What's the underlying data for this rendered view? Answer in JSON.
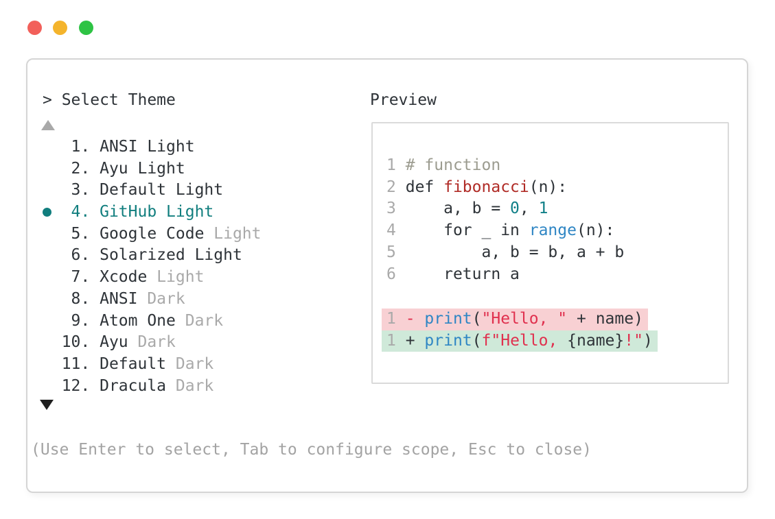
{
  "window": {
    "traffic_lights": [
      {
        "name": "close",
        "color": "#f2605a"
      },
      {
        "name": "minimize",
        "color": "#f4b42c"
      },
      {
        "name": "zoom",
        "color": "#2ec344"
      }
    ]
  },
  "picker": {
    "title": "> Select Theme",
    "scroll_up_icon": "triangle-up",
    "scroll_down_icon": "triangle-down",
    "items": [
      {
        "number": "1",
        "name": "ANSI Light",
        "suffix": "",
        "selected": false
      },
      {
        "number": "2",
        "name": "Ayu Light",
        "suffix": "",
        "selected": false
      },
      {
        "number": "3",
        "name": "Default Light",
        "suffix": "",
        "selected": false
      },
      {
        "number": "4",
        "name": "GitHub Light",
        "suffix": "",
        "selected": true
      },
      {
        "number": "5",
        "name": "Google Code",
        "suffix": "Light",
        "selected": false
      },
      {
        "number": "6",
        "name": "Solarized Light",
        "suffix": "",
        "selected": false
      },
      {
        "number": "7",
        "name": "Xcode",
        "suffix": "Light",
        "selected": false
      },
      {
        "number": "8",
        "name": "ANSI",
        "suffix": "Dark",
        "selected": false
      },
      {
        "number": "9",
        "name": "Atom One",
        "suffix": "Dark",
        "selected": false
      },
      {
        "number": "10",
        "name": "Ayu",
        "suffix": "Dark",
        "selected": false
      },
      {
        "number": "11",
        "name": "Default",
        "suffix": "Dark",
        "selected": false
      },
      {
        "number": "12",
        "name": "Dracula",
        "suffix": "Dark",
        "selected": false
      }
    ],
    "help_text": "(Use Enter to select, Tab to configure scope, Esc to close)"
  },
  "preview": {
    "title": "Preview",
    "code_lines": [
      {
        "number": "1",
        "tokens": [
          {
            "t": "# function",
            "c": "comment"
          }
        ]
      },
      {
        "number": "2",
        "tokens": [
          {
            "t": "def ",
            "c": "plain"
          },
          {
            "t": "fibonacci",
            "c": "func"
          },
          {
            "t": "(n):",
            "c": "plain"
          }
        ]
      },
      {
        "number": "3",
        "tokens": [
          {
            "t": "    a, b = ",
            "c": "plain"
          },
          {
            "t": "0",
            "c": "num"
          },
          {
            "t": ", ",
            "c": "plain"
          },
          {
            "t": "1",
            "c": "num"
          }
        ]
      },
      {
        "number": "4",
        "tokens": [
          {
            "t": "    for _ in ",
            "c": "plain"
          },
          {
            "t": "range",
            "c": "builtin"
          },
          {
            "t": "(n):",
            "c": "plain"
          }
        ]
      },
      {
        "number": "5",
        "tokens": [
          {
            "t": "        a, b = b, a + b",
            "c": "plain"
          }
        ]
      },
      {
        "number": "6",
        "tokens": [
          {
            "t": "    return a",
            "c": "plain"
          }
        ]
      }
    ],
    "diff_lines": [
      {
        "number": "1",
        "kind": "removed",
        "tokens": [
          {
            "t": "- ",
            "c": "str"
          },
          {
            "t": "print",
            "c": "builtin"
          },
          {
            "t": "(",
            "c": "plain"
          },
          {
            "t": "\"Hello, \"",
            "c": "str"
          },
          {
            "t": " + name)",
            "c": "plain"
          }
        ]
      },
      {
        "number": "1",
        "kind": "added",
        "tokens": [
          {
            "t": "+ ",
            "c": "plain"
          },
          {
            "t": "print",
            "c": "builtin"
          },
          {
            "t": "(",
            "c": "plain"
          },
          {
            "t": "f\"Hello, ",
            "c": "str"
          },
          {
            "t": "{name}",
            "c": "plain"
          },
          {
            "t": "!\"",
            "c": "str"
          },
          {
            "t": ")",
            "c": "plain"
          }
        ]
      }
    ]
  },
  "colors": {
    "accent_teal": "#117e7e",
    "text": "#2e3338",
    "muted_gray": "#a9a9a9",
    "help_gray": "#a3a3a3",
    "comment": "#9c9c90",
    "function_red": "#b02b26",
    "number_teal": "#0f7f87",
    "builtin_blue": "#2f86c4",
    "string_red": "#e0304e",
    "removed_bg": "#f8d0d3",
    "added_bg": "#cfe9d9",
    "panel_border": "#d5d5d5"
  }
}
